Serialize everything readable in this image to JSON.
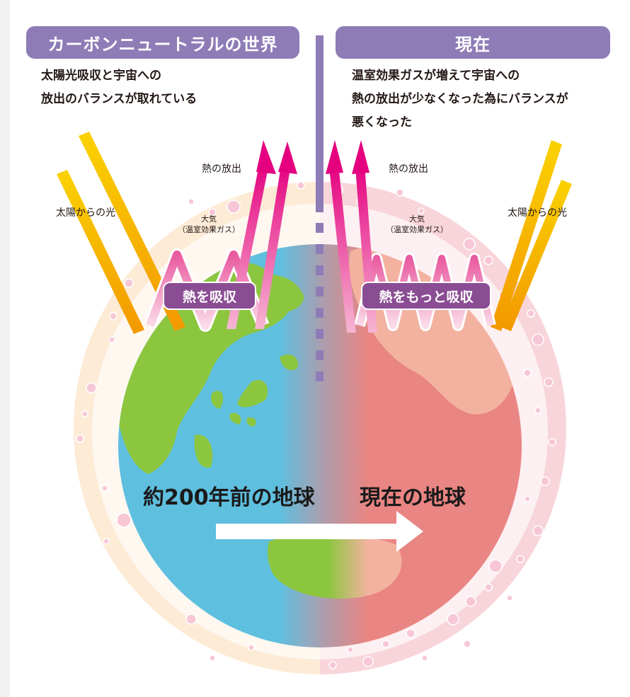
{
  "left": {
    "header": "カーボンニュートラルの世界",
    "description_lines": [
      "太陽光吸収と宇宙への",
      "放出のバランスが取れている"
    ],
    "sun_label": "太陽からの光",
    "heat_release_label": "熱の放出",
    "atmosphere_label_lines": [
      "大気",
      "（温室効果ガス）"
    ],
    "badge": "熱を吸収",
    "earth_label": "約200年前の地球"
  },
  "right": {
    "header": "現在",
    "description_lines": [
      "温室効果ガスが増えて宇宙への",
      "熱の放出が少なくなった為にバランスが",
      "悪くなった"
    ],
    "sun_label": "太陽からの光",
    "heat_release_label": "熱の放出",
    "atmosphere_label_lines": [
      "大気",
      "（温室効果ガス）"
    ],
    "badge": "熱をもっと吸収",
    "earth_label": "現在の地球"
  },
  "colors": {
    "header_purple": "#8e7cb7",
    "badge_purple": "#8a4d93",
    "ocean_blue": "#5fbfdf",
    "land_green": "#8cc63f",
    "hot_red": "#e98582",
    "hot_land": "#f3b2a0",
    "sun_yellow": "#fac800",
    "heat_magenta": "#e4007f",
    "atmo_left": "#fdebd6",
    "atmo_right": "#f8d5da"
  },
  "icons": [
    "sun-ray-icon",
    "heat-arrow-icon",
    "progress-arrow-icon"
  ]
}
